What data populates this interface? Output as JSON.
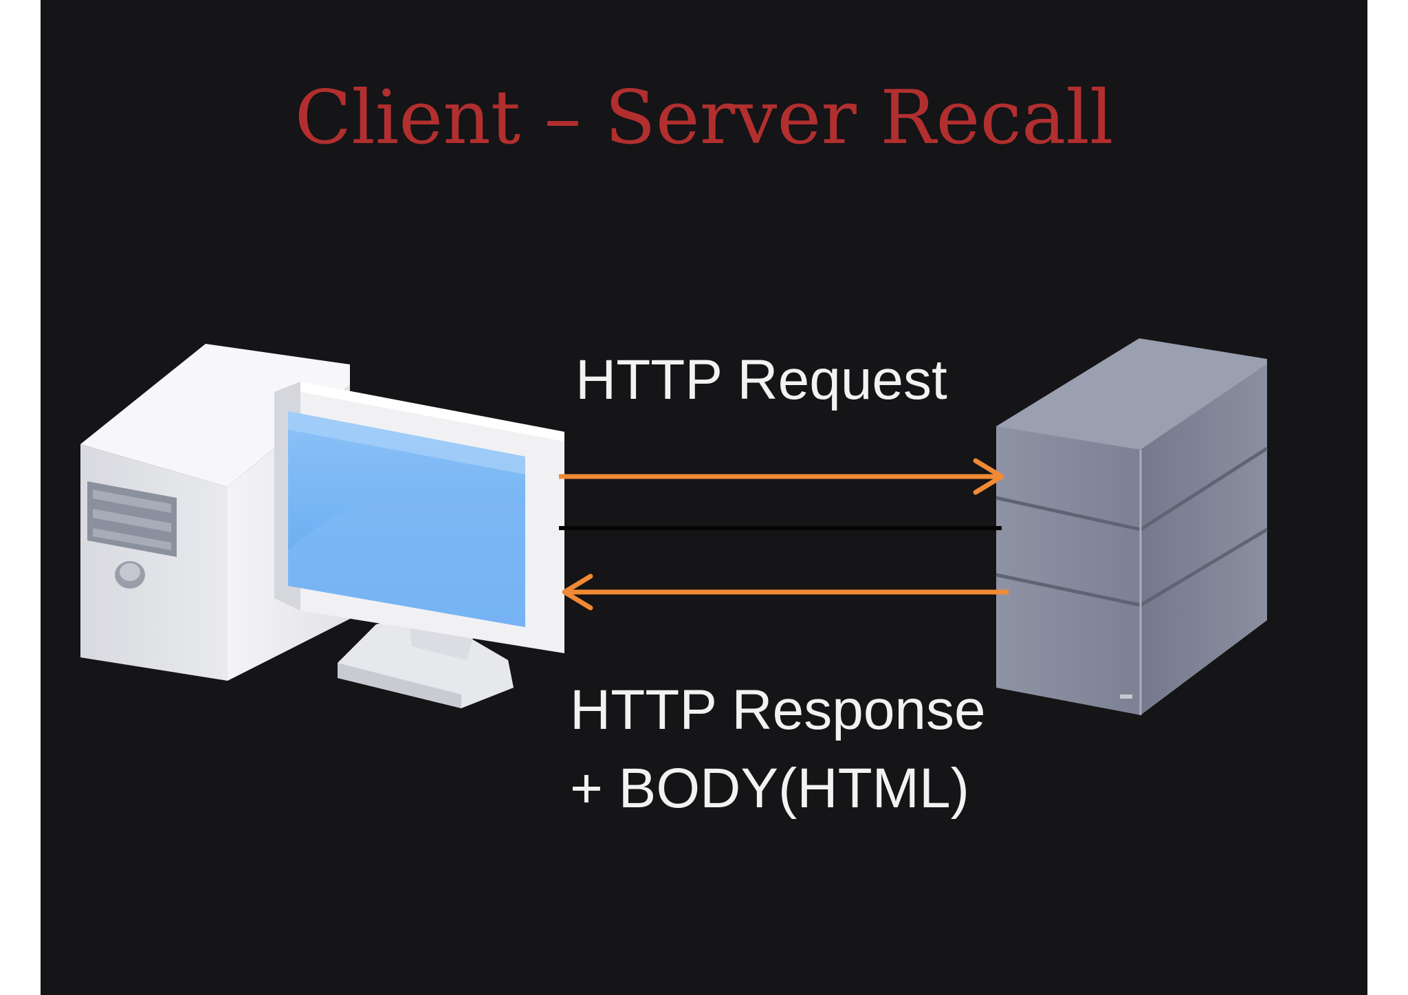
{
  "slide": {
    "title": "Client – Server Recall",
    "background_color": "#151416",
    "title_color": "#b22f2f"
  },
  "diagram": {
    "client_icon": "desktop-computer-icon",
    "server_icon": "server-tower-icon",
    "request_label": "HTTP Request",
    "response_label_line1": "HTTP Response",
    "response_label_line2": "+ BODY(HTML)",
    "arrow_color": "#f08a35"
  }
}
